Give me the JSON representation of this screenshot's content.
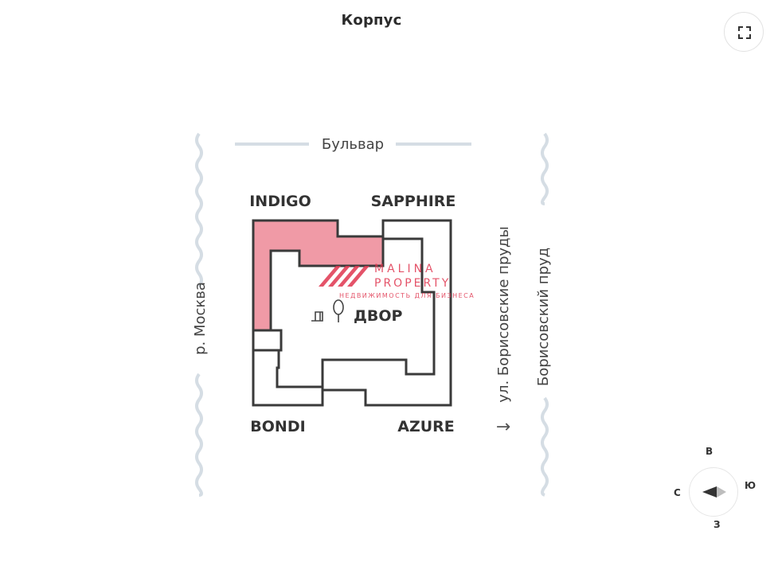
{
  "header": {
    "title": "Корпус"
  },
  "toolbar": {
    "fullscreen_icon": "fullscreen-icon"
  },
  "plan": {
    "top_street": "Бульвар",
    "left_river": "р. Москва",
    "right_street": "ул. Борисовские пруды",
    "far_right_pond": "Борисовский пруд",
    "courtyard_label": "ДВОР",
    "courtyard_icon": "courtyard-tree-icon",
    "direction_arrow": "→",
    "buildings": {
      "indigo": "INDIGO",
      "sapphire": "SAPPHIRE",
      "bondi": "BONDI",
      "azure": "AZURE"
    },
    "highlighted_building": "INDIGO",
    "highlight_color": "#f09aa6",
    "water_color": "#d5dde4"
  },
  "watermark": {
    "line1": "MALINA",
    "line2": "PROPERTY",
    "tagline": "НЕДВИЖИМОСТЬ ДЛЯ БИЗНЕСА",
    "color": "#e0364f"
  },
  "compass": {
    "north": "В",
    "east": "Ю",
    "south": "З",
    "west": "С"
  }
}
